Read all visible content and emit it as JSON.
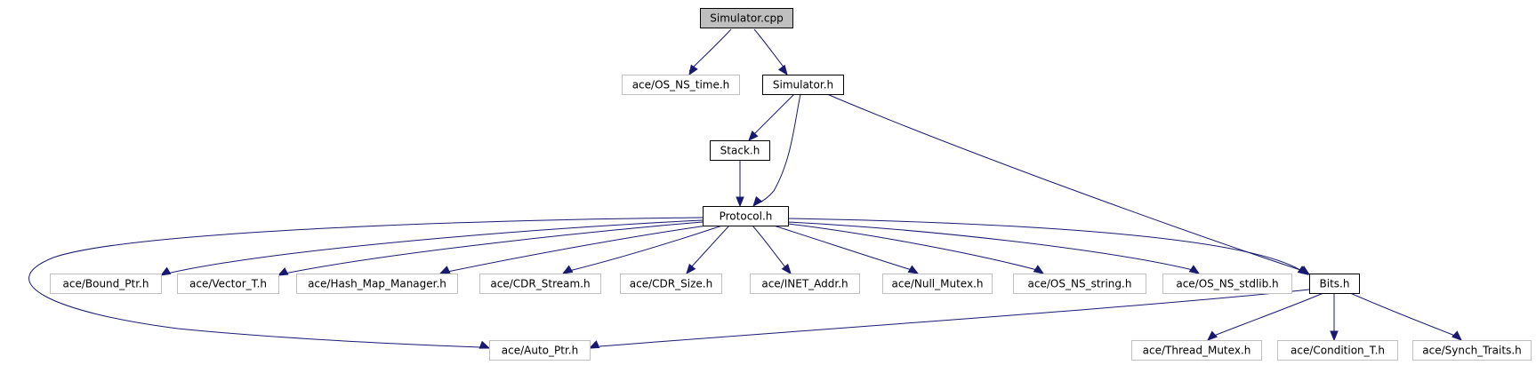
{
  "graph": {
    "colors": {
      "edge": "#191970",
      "root_fill": "#bfbfbf",
      "internal_border": "#000000",
      "external_border": "#c0c0c0",
      "node_fill": "#ffffff"
    },
    "nodes": [
      {
        "id": "n0",
        "label": "Simulator.cpp",
        "kind": "root"
      },
      {
        "id": "n1",
        "label": "ace/OS_NS_time.h",
        "kind": "external"
      },
      {
        "id": "n2",
        "label": "Simulator.h",
        "kind": "internal"
      },
      {
        "id": "n3",
        "label": "Stack.h",
        "kind": "internal"
      },
      {
        "id": "n4",
        "label": "Protocol.h",
        "kind": "internal"
      },
      {
        "id": "n5",
        "label": "Bits.h",
        "kind": "internal"
      },
      {
        "id": "n6",
        "label": "ace/Bound_Ptr.h",
        "kind": "external"
      },
      {
        "id": "n7",
        "label": "ace/Vector_T.h",
        "kind": "external"
      },
      {
        "id": "n8",
        "label": "ace/Hash_Map_Manager.h",
        "kind": "external"
      },
      {
        "id": "n9",
        "label": "ace/CDR_Stream.h",
        "kind": "external"
      },
      {
        "id": "n10",
        "label": "ace/CDR_Size.h",
        "kind": "external"
      },
      {
        "id": "n11",
        "label": "ace/INET_Addr.h",
        "kind": "external"
      },
      {
        "id": "n12",
        "label": "ace/Null_Mutex.h",
        "kind": "external"
      },
      {
        "id": "n13",
        "label": "ace/OS_NS_string.h",
        "kind": "external"
      },
      {
        "id": "n14",
        "label": "ace/OS_NS_stdlib.h",
        "kind": "external"
      },
      {
        "id": "n15",
        "label": "ace/Auto_Ptr.h",
        "kind": "external"
      },
      {
        "id": "n16",
        "label": "ace/Thread_Mutex.h",
        "kind": "external"
      },
      {
        "id": "n17",
        "label": "ace/Condition_T.h",
        "kind": "external"
      },
      {
        "id": "n18",
        "label": "ace/Synch_Traits.h",
        "kind": "external"
      }
    ],
    "edges": [
      {
        "from": "n0",
        "to": "n1"
      },
      {
        "from": "n0",
        "to": "n2"
      },
      {
        "from": "n2",
        "to": "n3"
      },
      {
        "from": "n2",
        "to": "n4"
      },
      {
        "from": "n2",
        "to": "n5"
      },
      {
        "from": "n3",
        "to": "n4"
      },
      {
        "from": "n4",
        "to": "n6"
      },
      {
        "from": "n4",
        "to": "n7"
      },
      {
        "from": "n4",
        "to": "n8"
      },
      {
        "from": "n4",
        "to": "n9"
      },
      {
        "from": "n4",
        "to": "n10"
      },
      {
        "from": "n4",
        "to": "n11"
      },
      {
        "from": "n4",
        "to": "n12"
      },
      {
        "from": "n4",
        "to": "n13"
      },
      {
        "from": "n4",
        "to": "n14"
      },
      {
        "from": "n4",
        "to": "n5"
      },
      {
        "from": "n4",
        "to": "n15"
      },
      {
        "from": "n5",
        "to": "n15"
      },
      {
        "from": "n5",
        "to": "n16"
      },
      {
        "from": "n5",
        "to": "n17"
      },
      {
        "from": "n5",
        "to": "n18"
      }
    ]
  }
}
